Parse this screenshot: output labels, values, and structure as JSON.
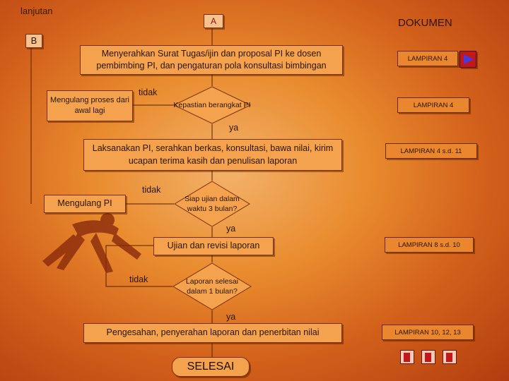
{
  "header": {
    "lanjutan": "lanjutan",
    "connector_a": "A",
    "connector_b": "B",
    "dokumen": "DOKUMEN"
  },
  "steps": {
    "s1": "Menyerahkan Surat Tugas/ijin dan proposal PI  ke dosen pembimbing PI, dan pengaturan pola konsultasi bimbingan",
    "d1": "Kepastian berangkat PI",
    "r1": "Mengulang proses dari awal lagi",
    "s2": "Laksanakan PI, serahkan berkas, konsultasi, bawa nilai, kirim ucapan terima kasih dan penulisan laporan",
    "d2": "Siap ujian dalam waktu 3 bulan?",
    "r2": "Mengulang PI",
    "s3": "Ujian dan revisi laporan",
    "d3": "Laporan selesai dalam 1 bulan?",
    "s4": "Pengesahan, penyerahan laporan dan penerbitan nilai",
    "end": "SELESAI"
  },
  "labels": {
    "tidak1": "tidak",
    "ya1": "ya",
    "tidak2": "tidak",
    "ya2": "ya",
    "tidak3": "tidak",
    "ya3": "ya"
  },
  "docs": [
    "LAMPIRAN 4",
    "LAMPIRAN 4",
    "LAMPIRAN 4 s.d. 11",
    "LAMPIRAN 8 s.d. 10",
    "LAMPIRAN 10, 12, 13"
  ],
  "colors": {
    "background": "#e98b2e",
    "box": "#f4a24d",
    "nav_red": "#c3181b"
  },
  "icons": [
    "play-icon",
    "nav-button-icon",
    "nav-button-icon",
    "nav-button-icon"
  ]
}
